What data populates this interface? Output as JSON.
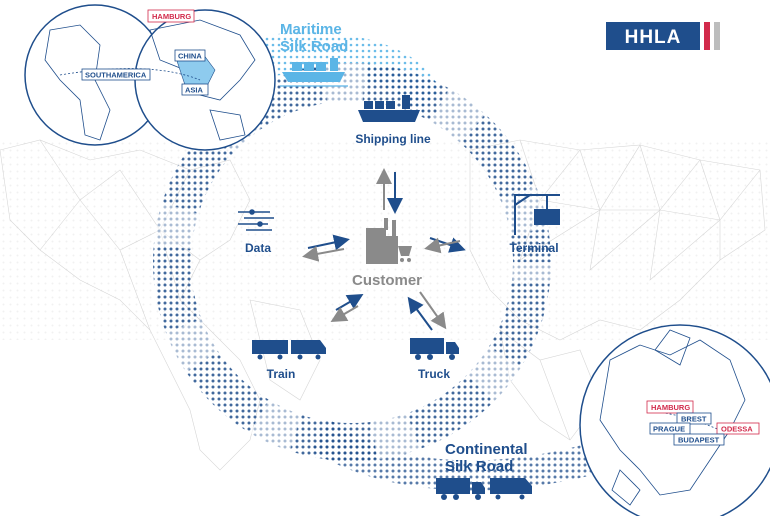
{
  "logo": {
    "text": "HHLA",
    "colors": {
      "blue": "#1f4e8c",
      "red": "#d22a4b"
    }
  },
  "routes": {
    "maritime": {
      "line1": "Maritime",
      "line2": "Silk Road",
      "color": "#5bb5e6"
    },
    "continental": {
      "line1": "Continental",
      "line2": "Silk Road",
      "color": "#1f4e8c"
    }
  },
  "center": {
    "label": "Customer",
    "color": "#8a8a8a"
  },
  "nodes": {
    "shipping": "Shipping line",
    "terminal": "Terminal",
    "truck": "Truck",
    "train": "Train",
    "data": "Data"
  },
  "globe_west": {
    "tags": {
      "hamburg": "HAMBURG",
      "china": "CHINA",
      "southamerica": "SOUTHAMERICA",
      "asia": "ASIA"
    }
  },
  "globe_europe": {
    "tags": {
      "hamburg": "HAMBURG",
      "brest": "BREST",
      "prague": "PRAGUE",
      "odessa": "ODESSA",
      "budapest": "BUDAPEST"
    }
  },
  "colors": {
    "dark_blue": "#1f4e8c",
    "light_blue": "#5bb5e6",
    "grey": "#8a8a8a",
    "red": "#d22a4b",
    "map": "#cfcfcf"
  }
}
